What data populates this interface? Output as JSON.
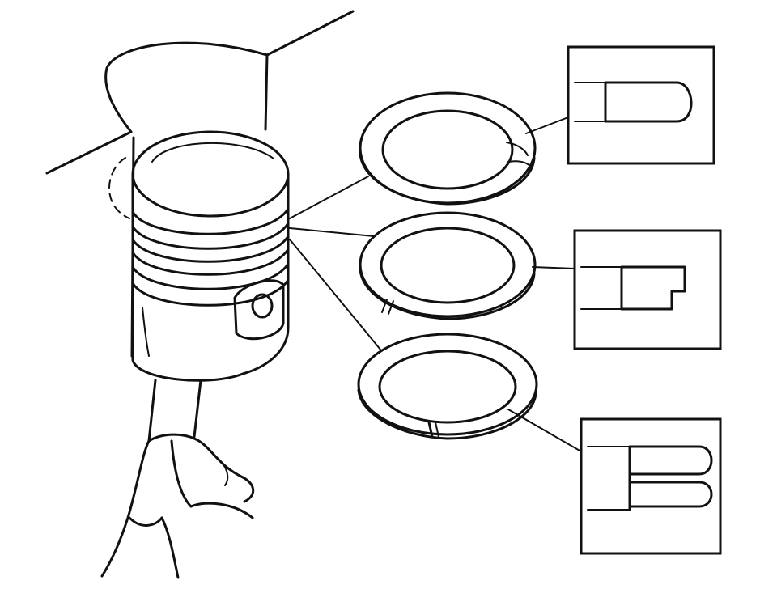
{
  "colors": {
    "ink": "#111111",
    "paper": "#ffffff"
  },
  "parts": [
    "cylinder-bore",
    "piston",
    "connecting-rod",
    "top-ring",
    "second-ring",
    "oil-ring"
  ],
  "ring_profiles": [
    "barrel-face",
    "stepped",
    "two-piece"
  ]
}
